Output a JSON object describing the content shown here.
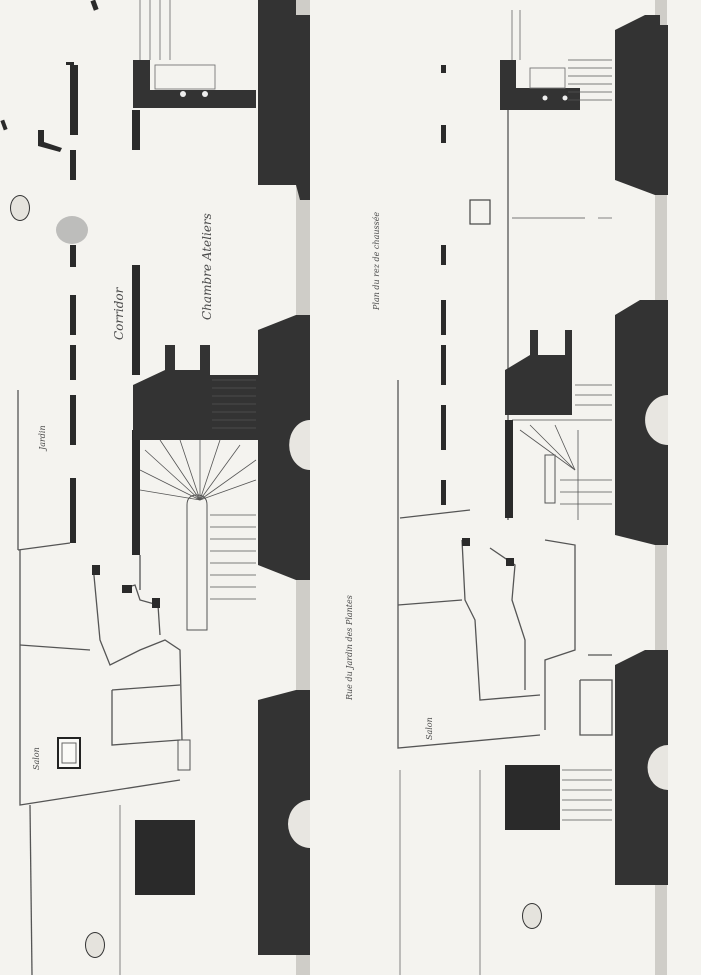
{
  "plans": {
    "left": {
      "labels": {
        "corridor": "Corridor",
        "chambre": "Chambre Ateliers",
        "salon": "Salon",
        "jardin": "Jardin",
        "rue": "Rue du Jardin des Plantes"
      }
    },
    "right": {
      "labels": {
        "title": "Plan du rez de chaussée",
        "salon": "Salon"
      }
    }
  }
}
